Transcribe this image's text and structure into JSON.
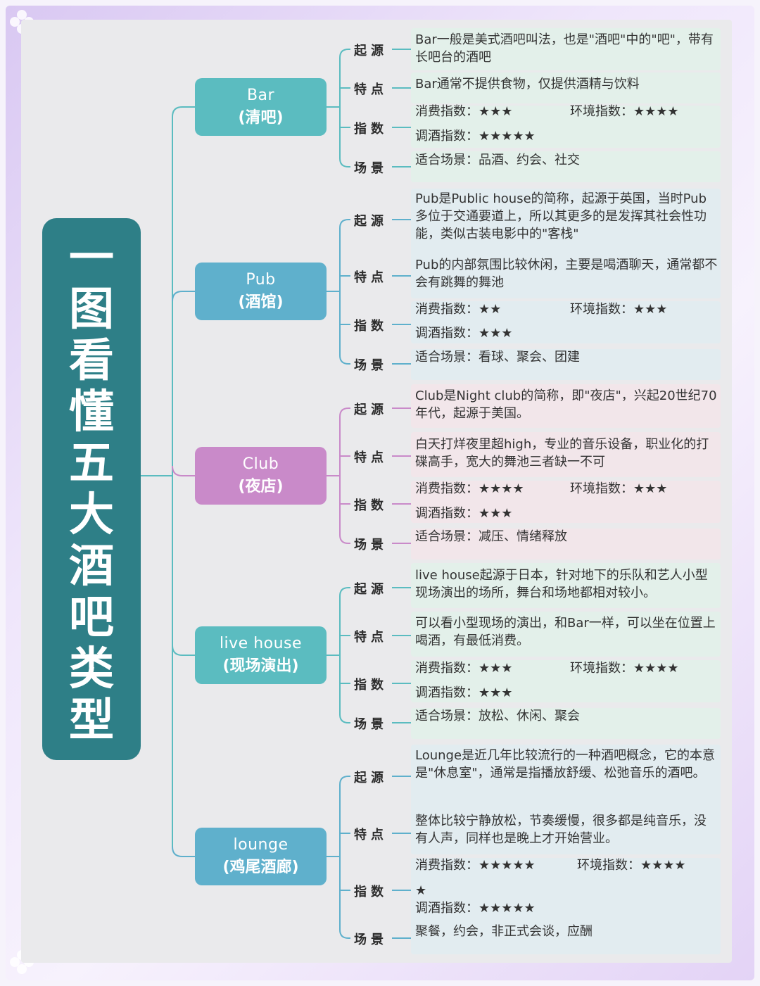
{
  "title": "一图看懂五大酒吧类型",
  "colors": {
    "teal": "#5bbcc0",
    "blue": "#5fb0cc",
    "purple": "#c98ac9",
    "dark": "#2e7f87"
  },
  "labels": {
    "origin": "起源",
    "feature": "特点",
    "index": "指数",
    "scene": "场景"
  },
  "categories": [
    {
      "en": "Bar",
      "cn": "(清吧)",
      "origin": "Bar一般是美式酒吧叫法，也是\"酒吧\"中的\"吧\"，带有长吧台的酒吧",
      "feature": "Bar通常不提供食物，仅提供酒精与饮料",
      "consume": "消费指数：★★★",
      "environment": "环境指数：★★★★",
      "mix": "调酒指数：★★★★★",
      "scene": "适合场景：品酒、约会、社交"
    },
    {
      "en": "Pub",
      "cn": "(酒馆)",
      "origin": "Pub是Public house的简称，起源于英国，当时Pub多位于交通要道上，所以其更多的是发挥其社会性功能，类似古装电影中的\"客栈\"",
      "feature": "Pub的内部氛围比较休闲，主要是喝酒聊天，通常都不会有跳舞的舞池",
      "consume": "消费指数：★★",
      "environment": "环境指数：★★★",
      "mix": "调酒指数：★★★",
      "scene": "适合场景：看球、聚会、团建"
    },
    {
      "en": "Club",
      "cn": "(夜店)",
      "origin": "Club是Night club的简称，即\"夜店\"，兴起20世纪70年代，起源于美国。",
      "feature": "白天打烊夜里超high，专业的音乐设备，职业化的打碟高手，宽大的舞池三者缺一不可",
      "consume": "消费指数：★★★★",
      "environment": "环境指数：★★★",
      "mix": "调酒指数：★★★",
      "scene": "适合场景：减压、情绪释放"
    },
    {
      "en": "live house",
      "cn": "(现场演出)",
      "origin": "live house起源于日本，针对地下的乐队和艺人小型现场演出的场所，舞台和场地都相对较小。",
      "feature": "可以看小型现场的演出，和Bar一样，可以坐在位置上喝酒，有最低消费。",
      "consume": "消费指数：★★★",
      "environment": "环境指数：★★★★",
      "mix": "调酒指数：★★★",
      "scene": "适合场景：放松、休闲、聚会"
    },
    {
      "en": "lounge",
      "cn": "(鸡尾酒廊)",
      "origin": "Lounge是近几年比较流行的一种酒吧概念，它的本意是\"休息室\"，通常是指播放舒缓、松弛音乐的酒吧。",
      "feature": "整体比较宁静放松，节奏缓慢，很多都是纯音乐，没有人声，同样也是晚上才开始营业。",
      "consume": "消费指数：★★★★★",
      "environment": "环境指数：★★★★",
      "environment_wrap": "★",
      "mix": "调酒指数：★★★★★",
      "scene": "聚餐，约会，非正式会谈，应酬"
    }
  ]
}
